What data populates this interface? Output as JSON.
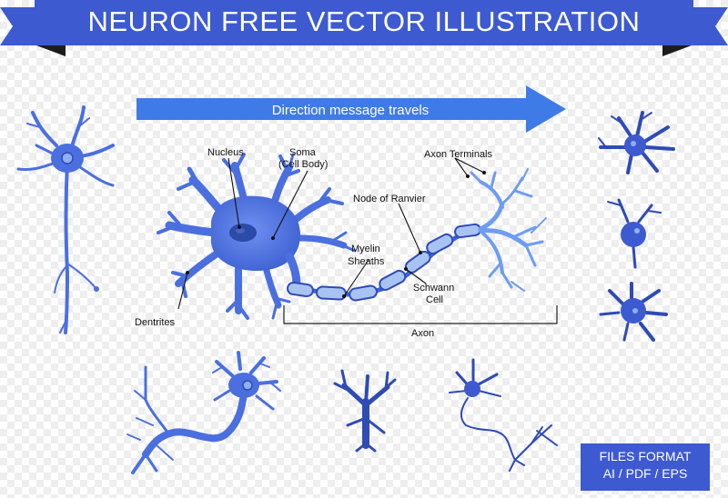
{
  "header": {
    "title": "NEURON FREE VECTOR ILLUSTRATION"
  },
  "arrow": {
    "label": "Direction message travels"
  },
  "labels": {
    "nucleus": "Nucleus",
    "soma": "Soma",
    "soma_sub": "(Cell Body)",
    "node_of_ranvier": "Node of Ranvier",
    "axon_terminals": "Axon Terminals",
    "myelin_1": "Myelin",
    "myelin_2": "Sheaths",
    "schwann_1": "Schwann",
    "schwann_2": "Cell",
    "dentrites": "Dentrites",
    "axon": "Axon"
  },
  "badge": {
    "line1": "FILES FORMAT",
    "line2": "AI / PDF / EPS"
  },
  "colors": {
    "banner": "#3d5ad1",
    "banner_dark": "#1c1c1c",
    "arrow": "#3f7be6",
    "neuron_fill": "#4b6fdf",
    "neuron_dark": "#2f4bb4",
    "soma_fill": "#5476e6",
    "myelin_fill": "#a8c3f1",
    "terminals": "#6e9df0"
  }
}
